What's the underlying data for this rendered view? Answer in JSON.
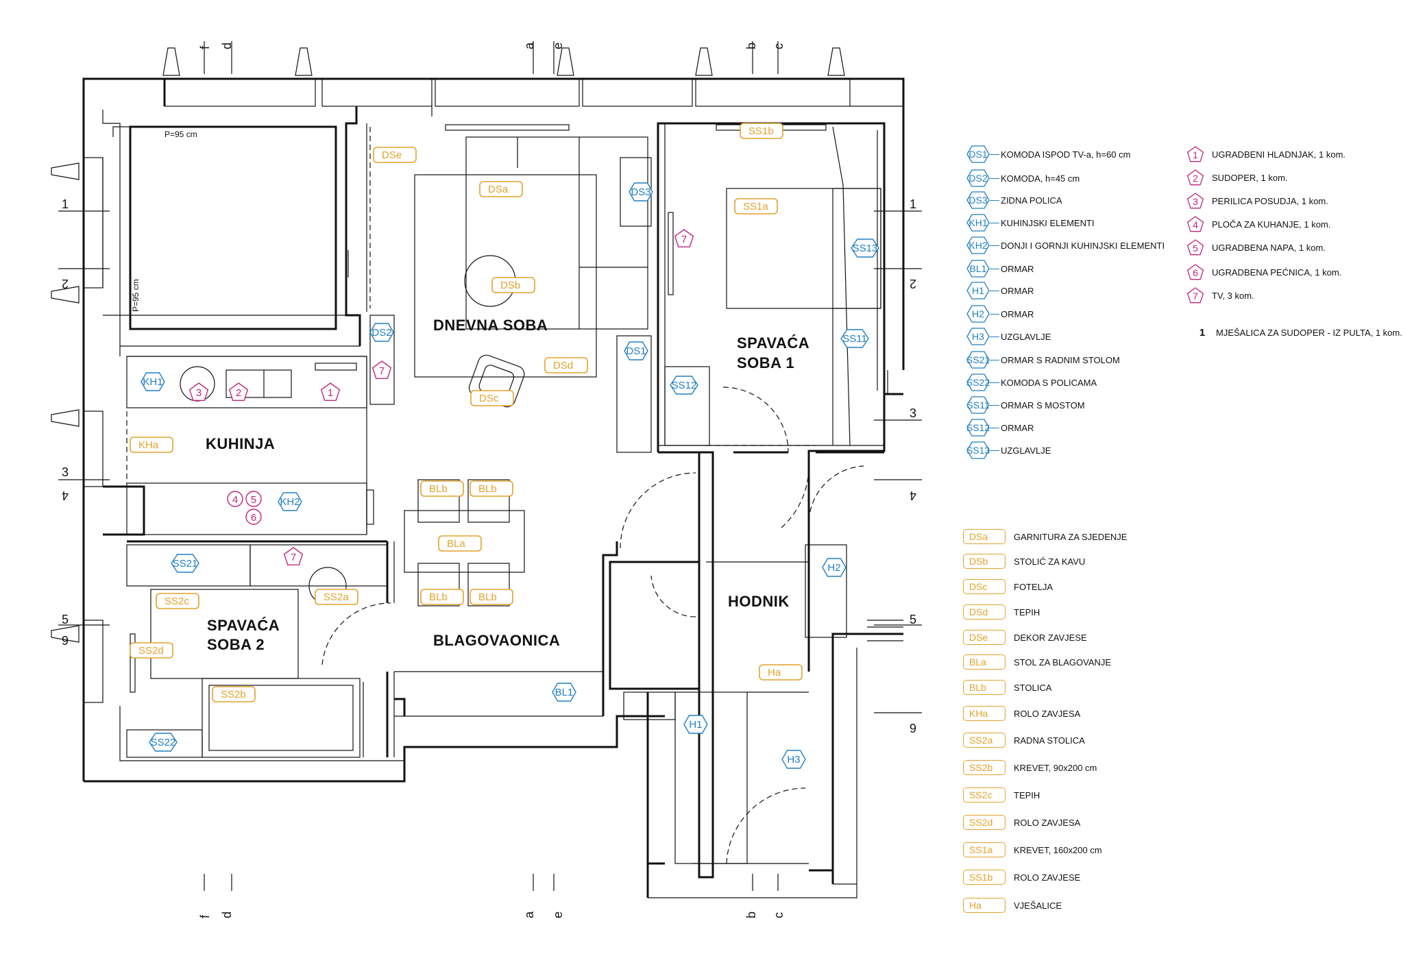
{
  "rooms": {
    "kuhinja": "KUHINJA",
    "dnevna": "DNEVNA SOBA",
    "spavaca1_l1": "SPAVAĆA",
    "spavaca1_l2": "SOBA 1",
    "spavaca2_l1": "SPAVAĆA",
    "spavaca2_l2": "SOBA 2",
    "blagovaonica": "BLAGOVAONICA",
    "hodnik": "HODNIK"
  },
  "notes": {
    "p95_h": "P=95 cm",
    "p95_v": "P=95 cm"
  },
  "axes": {
    "letters": [
      "f",
      "d",
      "a",
      "e",
      "b",
      "c"
    ],
    "numbers": [
      "1",
      "2",
      "3",
      "4",
      "5",
      "6"
    ]
  },
  "plan_tags": {
    "orange": [
      "DSe",
      "DSa",
      "DSb",
      "DSd",
      "DSc",
      "KHa",
      "BLb",
      "BLb",
      "BLa",
      "BLb",
      "BLb",
      "SS2c",
      "SS2a",
      "SS2d",
      "SS2b",
      "SS1a",
      "SS1b",
      "Ha"
    ],
    "blue": [
      "DS3",
      "DS2",
      "DS1",
      "KH1",
      "KH2",
      "SS21",
      "SS22",
      "BL1",
      "SS12",
      "SS13",
      "SS11",
      "H2",
      "H1",
      "H3"
    ],
    "magenta": [
      "3",
      "2",
      "1",
      "7",
      "7",
      "7",
      "4",
      "5",
      "6"
    ]
  },
  "legend_blue": [
    {
      "code": "DS1",
      "text": "KOMODA  ISPOD TV-a, h=60 cm"
    },
    {
      "code": "DS2",
      "text": "KOMODA, h=45 cm"
    },
    {
      "code": "DS3",
      "text": "ZIDNA POLICA"
    },
    {
      "code": "KH1",
      "text": "KUHINJSKI ELEMENTI"
    },
    {
      "code": "KH2",
      "text": "DONJI I GORNJI KUHINJSKI ELEMENTI"
    },
    {
      "code": "BL1",
      "text": "ORMAR"
    },
    {
      "code": "H1",
      "text": "ORMAR"
    },
    {
      "code": "H2",
      "text": "ORMAR"
    },
    {
      "code": "H3",
      "text": "UZGLAVLJE"
    },
    {
      "code": "SS21",
      "text": "ORMAR S RADNIM STOLOM"
    },
    {
      "code": "SS22",
      "text": "KOMODA S POLICAMA"
    },
    {
      "code": "SS11",
      "text": "ORMAR S MOSTOM"
    },
    {
      "code": "SS12",
      "text": "ORMAR"
    },
    {
      "code": "SS13",
      "text": "UZGLAVLJE"
    }
  ],
  "legend_magenta": [
    {
      "code": "1",
      "text": "UGRADBENI HLADNJAK, 1 kom."
    },
    {
      "code": "2",
      "text": "SUDOPER, 1 kom."
    },
    {
      "code": "3",
      "text": "PERILICA POSUDJA, 1 kom."
    },
    {
      "code": "4",
      "text": "PLOČA ZA KUHANJE, 1 kom."
    },
    {
      "code": "5",
      "text": "UGRADBENA NAPA, 1 kom."
    },
    {
      "code": "6",
      "text": "UGRADBENA PEĆNICA, 1 kom."
    },
    {
      "code": "7",
      "text": "TV, 3 kom."
    }
  ],
  "legend_plain": {
    "code": "1",
    "text": "MJEŠALICA ZA SUDOPER - IZ PULTA, 1 kom."
  },
  "legend_orange": [
    {
      "code": "DSa",
      "text": "GARNITURA ZA SJEDENJE"
    },
    {
      "code": "DSb",
      "text": "STOLIĆ ZA KAVU"
    },
    {
      "code": "DSc",
      "text": "FOTELJA"
    },
    {
      "code": "DSd",
      "text": "TEPIH"
    },
    {
      "code": "DSe",
      "text": "DEKOR ZAVJESE"
    },
    {
      "code": "BLa",
      "text": "STOL ZA BLAGOVANJE"
    },
    {
      "code": "BLb",
      "text": "STOLICA"
    },
    {
      "code": "KHa",
      "text": "ROLO ZAVJESA"
    },
    {
      "code": "SS2a",
      "text": "RADNA STOLICA"
    },
    {
      "code": "SS2b",
      "text": "KREVET, 90x200 cm"
    },
    {
      "code": "SS2c",
      "text": "TEPIH"
    },
    {
      "code": "SS2d",
      "text": "ROLO ZAVJESA"
    },
    {
      "code": "SS1a",
      "text": "KREVET, 160x200 cm"
    },
    {
      "code": "SS1b",
      "text": "ROLO ZAVJESE"
    },
    {
      "code": "Ha",
      "text": "VJEŠALICE"
    }
  ],
  "colors": {
    "orange": "#e3a22a",
    "blue": "#1f7fc4",
    "magenta": "#c0267e"
  }
}
